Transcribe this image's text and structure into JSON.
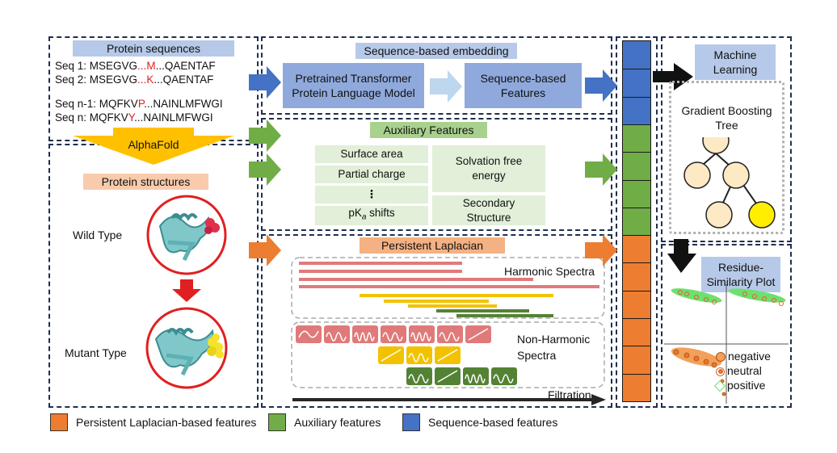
{
  "sequences_panel": {
    "title": "Protein sequences",
    "seqs": [
      {
        "label": "Seq 1: ",
        "prefix": "MSEGVG",
        "dots1": "...",
        "mut": "M",
        "dots2": "...",
        "suffix": "QAENTAF"
      },
      {
        "label": "Seq 2: ",
        "prefix": "MSEGVG",
        "dots1": "...",
        "mut": "K",
        "dots2": "...",
        "suffix": "QAENTAF"
      },
      {
        "label": "Seq n-1: ",
        "prefix": "MQFKV",
        "dots1": "",
        "mut": "P",
        "dots2": "...",
        "suffix": "NAINLMFWGI"
      },
      {
        "label": "Seq n: ",
        "prefix": "MQFKV",
        "dots1": "",
        "mut": "Y",
        "dots2": "...",
        "suffix": "NAINLMFWGI"
      }
    ]
  },
  "alphafold_label": "AlphaFold",
  "structures_panel": {
    "title": "Protein structures",
    "wild_label": "Wild Type",
    "mutant_label": "Mutant Type"
  },
  "embedding_panel": {
    "title": "Sequence-based embedding",
    "model_box": "Pretrained Transformer Protein Language Model",
    "features_box": "Sequence-based Features"
  },
  "auxiliary_panel": {
    "title": "Auxiliary Features",
    "left_items": [
      "Surface area",
      "Partial charge",
      "⋮",
      "pK"
    ],
    "pka_sub": "a",
    "pka_suffix": " shifts",
    "right_items": [
      "Solvation free energy",
      "Secondary Structure"
    ]
  },
  "laplacian_panel": {
    "title": "Persistent Laplacian",
    "harmonic_label": "Harmonic Spectra",
    "nonharmonic_label": "Non-Harmonic Spectra",
    "filtration_label": "Filtration"
  },
  "ml_panel": {
    "title": "Machine Learning",
    "subtitle": "Gradient Boosting Tree"
  },
  "plot_panel": {
    "title": "Residue-Similarity Plot",
    "legend": [
      "negative",
      "neutral",
      "positive"
    ]
  },
  "feature_vector": {
    "segments": [
      {
        "type": "sequence",
        "count": 3
      },
      {
        "type": "auxiliary",
        "count": 4
      },
      {
        "type": "laplacian",
        "count": 6
      }
    ]
  },
  "legend": [
    {
      "label": "Persistent Laplacian-based features",
      "color": "#ed7d31"
    },
    {
      "label": "Auxiliary features",
      "color": "#70ad47"
    },
    {
      "label": "Sequence-based features",
      "color": "#4472c4"
    }
  ],
  "colors": {
    "blue_arrow": "#4472c4",
    "green_arrow": "#70ad47",
    "orange_arrow": "#ed7d31",
    "harmonic_red": "#e07a7a",
    "harmonic_yellow": "#f2c200",
    "harmonic_green": "#548235"
  }
}
